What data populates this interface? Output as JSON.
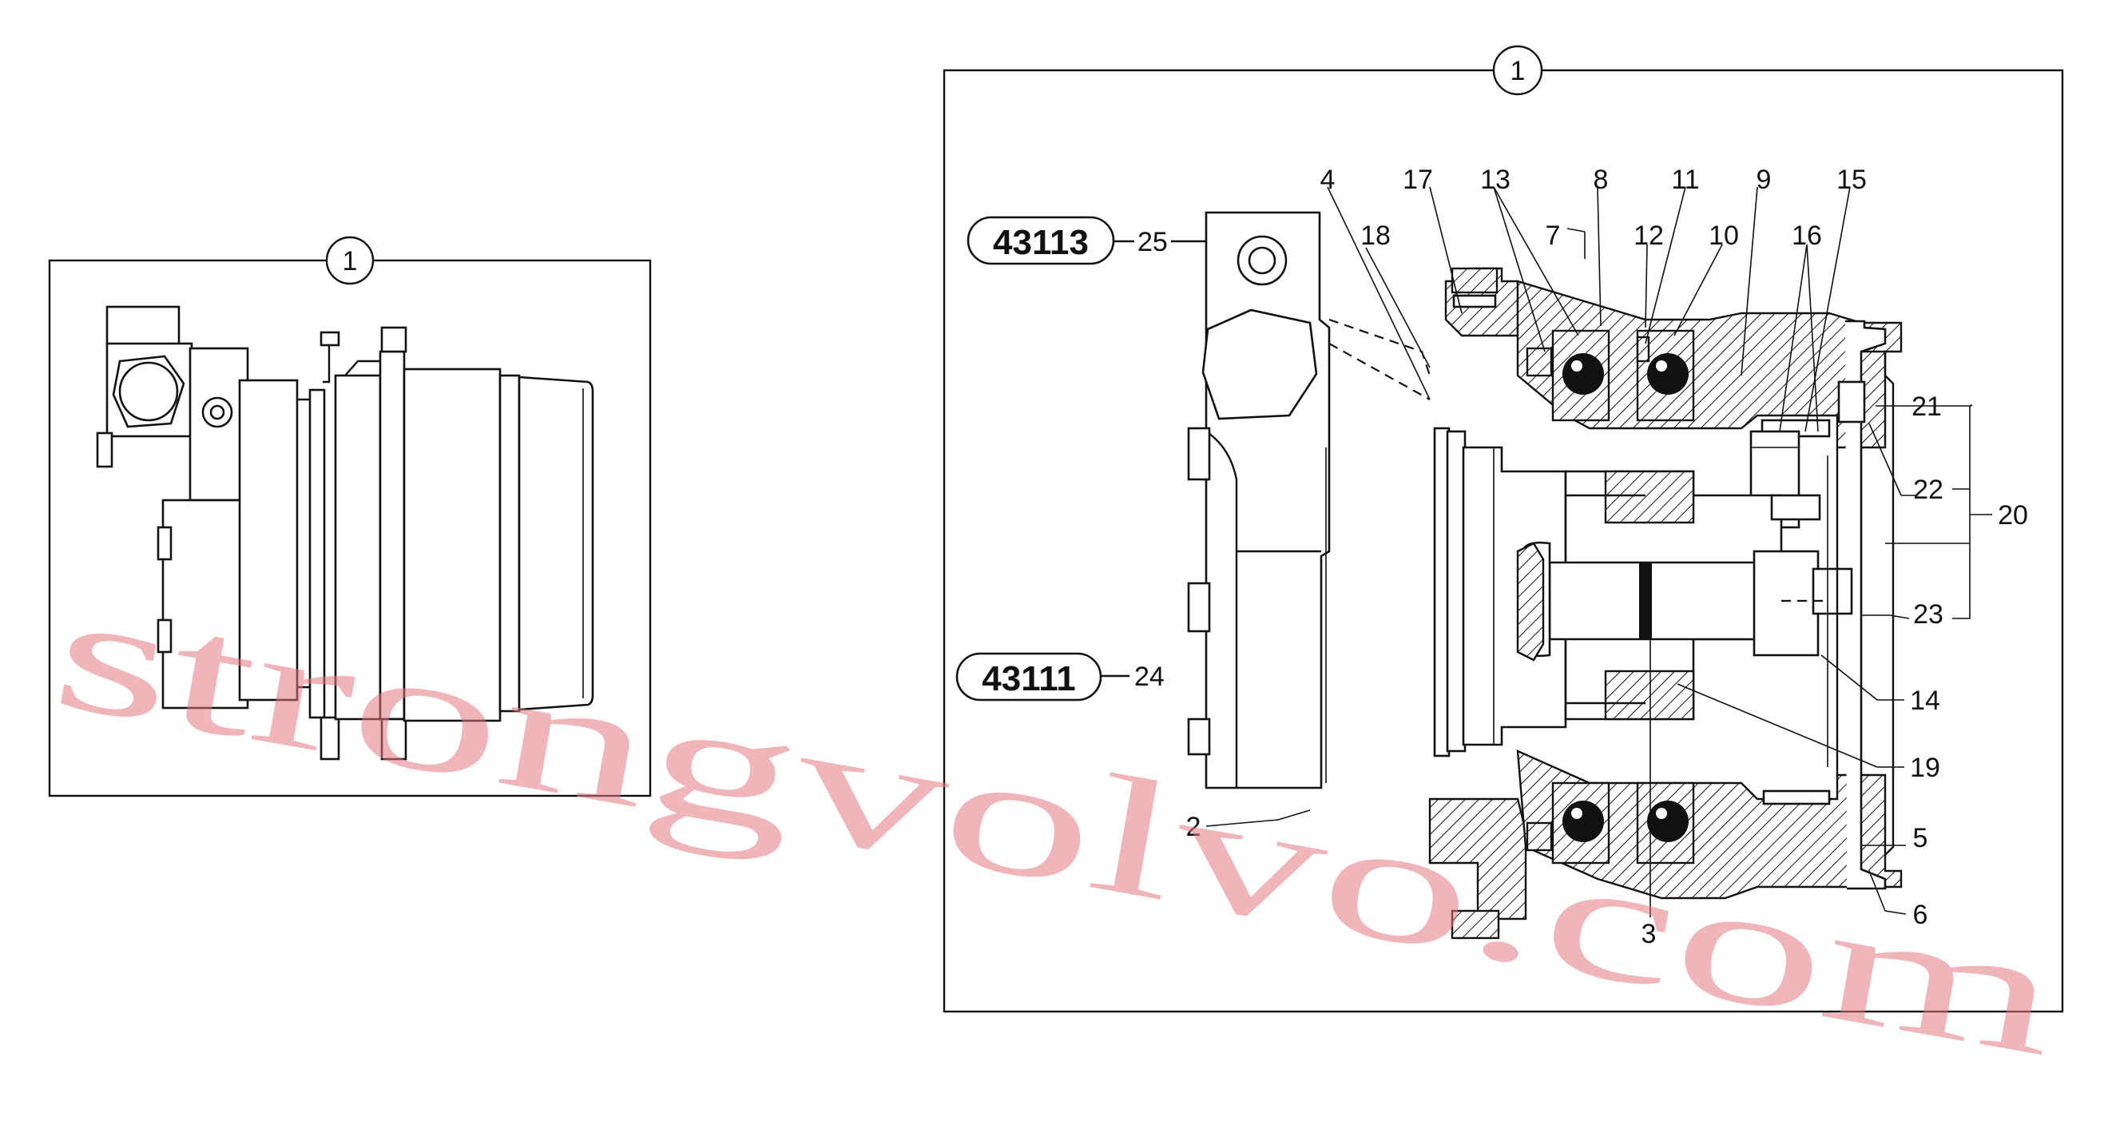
{
  "left_view": {
    "callout": "1"
  },
  "section_view": {
    "callout": "1",
    "ref_boxes": [
      {
        "code": "43113",
        "item": "25"
      },
      {
        "code": "43111",
        "item": "24"
      }
    ],
    "labels": [
      "4",
      "17",
      "13",
      "8",
      "11",
      "9",
      "15",
      "18",
      "7",
      "12",
      "10",
      "16",
      "21",
      "22",
      "20",
      "23",
      "14",
      "19",
      "2",
      "5",
      "3",
      "6"
    ]
  },
  "watermark": "strongvolvo.com"
}
